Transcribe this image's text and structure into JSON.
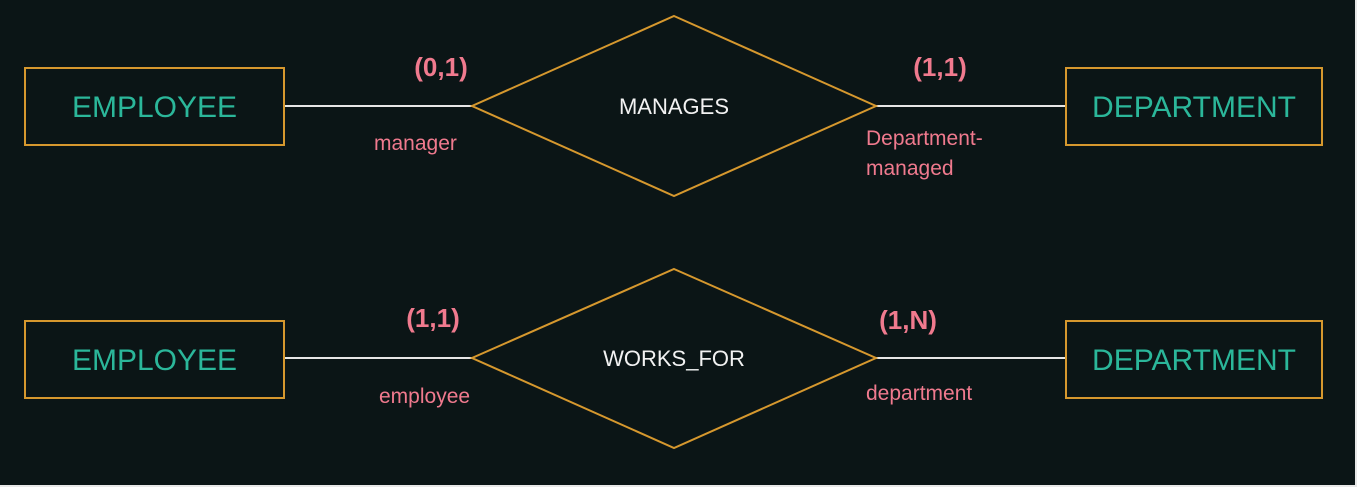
{
  "colors": {
    "background": "#0b1516",
    "entity_text": "#2bb79a",
    "shape_stroke": "#d6982e",
    "relationship_text": "#f2f2f2",
    "annotation_text": "#f07a8e",
    "connector": "#e6e6e6"
  },
  "rows": [
    {
      "left_entity": "EMPLOYEE",
      "relationship": "MANAGES",
      "right_entity": "DEPARTMENT",
      "left_cardinality": "(0,1)",
      "right_cardinality": "(1,1)",
      "left_role": "manager",
      "right_role_line1": "Department-",
      "right_role_line2": "managed"
    },
    {
      "left_entity": "EMPLOYEE",
      "relationship": "WORKS_FOR",
      "right_entity": "DEPARTMENT",
      "left_cardinality": "(1,1)",
      "right_cardinality": "(1,N)",
      "left_role": "employee",
      "right_role": "department"
    }
  ]
}
